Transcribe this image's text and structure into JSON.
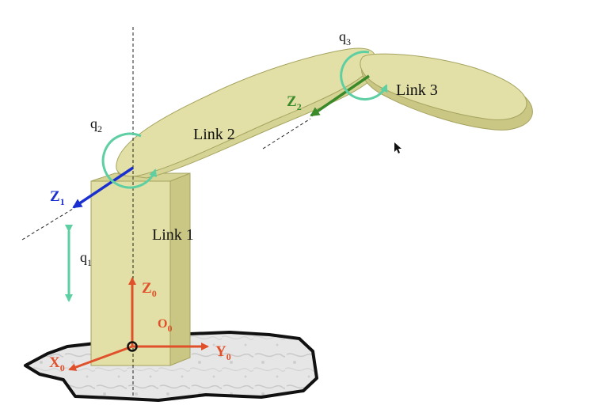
{
  "colors": {
    "link_fill": "#e2e0a6",
    "link_side": "#c9c783",
    "link_edge": "#a6a460",
    "joint_arrow": "#5ecfa2",
    "frame0": "#e0502a",
    "z1": "#1a2fd0",
    "z2": "#3a8a2a",
    "base_fill": "#e4e4e4",
    "base_edge": "#111111"
  },
  "labels": {
    "link1": "Link 1",
    "link2": "Link 2",
    "link3": "Link 3"
  },
  "joints": {
    "q1": {
      "main": "q",
      "sub": "1"
    },
    "q2": {
      "main": "q",
      "sub": "2"
    },
    "q3": {
      "main": "q",
      "sub": "3"
    }
  },
  "axes": {
    "z0": {
      "main": "Z",
      "sub": "0"
    },
    "x0": {
      "main": "X",
      "sub": "0"
    },
    "y0": {
      "main": "Y",
      "sub": "0"
    },
    "o0": {
      "main": "O",
      "sub": "0"
    },
    "z1": {
      "main": "Z",
      "sub": "1"
    },
    "z2": {
      "main": "Z",
      "sub": "2"
    }
  }
}
